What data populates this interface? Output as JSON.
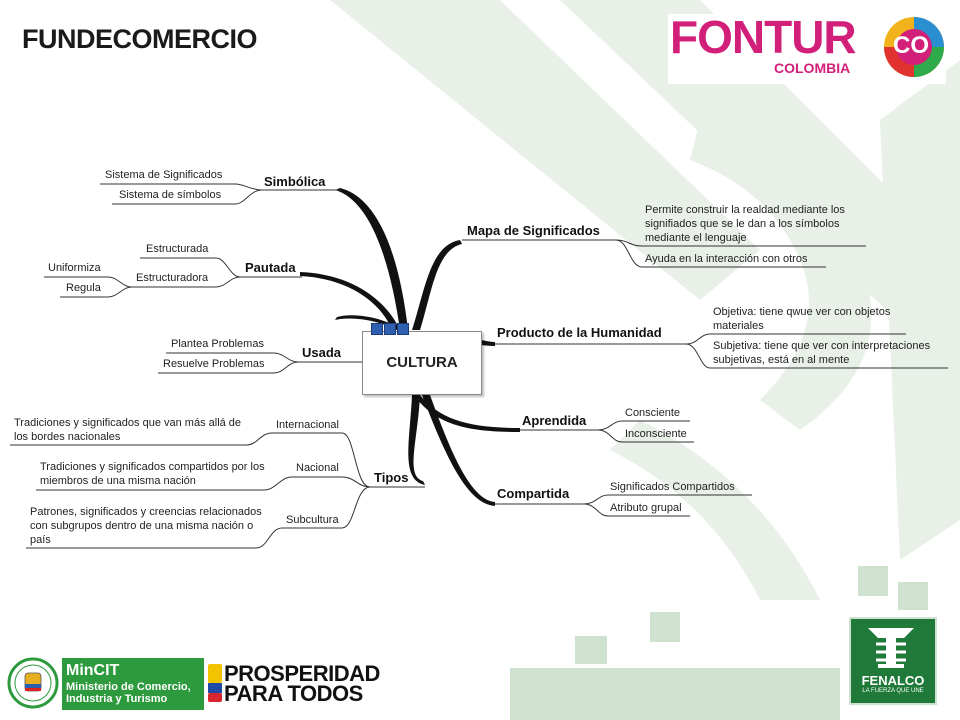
{
  "header": {
    "left_logo_text": "FUNDECOMERCIO",
    "right_logo_text": "FONTUR",
    "right_logo_subtext": "COLOMBIA",
    "right_logo_badge": "CO"
  },
  "footer": {
    "mincit_name": "MinCIT",
    "mincit_desc": "Ministerio de Comercio, Industria y Turismo",
    "prosperidad_line1": "PROSPERIDAD",
    "prosperidad_line2": "PARA TODOS",
    "fenalco_name": "FENALCO",
    "fenalco_slogan": "LA FUERZA QUE UNE"
  },
  "map": {
    "center": "CULTURA",
    "left": {
      "simbolica": {
        "label": "Simbólica",
        "children": [
          "Sistema de Significados",
          "Sistema de símbolos"
        ]
      },
      "pautada": {
        "label": "Pautada",
        "estructurada": "Estructurada",
        "estructuradora": "Estructuradora",
        "uniformiza": "Uniformiza",
        "regula": "Regula"
      },
      "usada": {
        "label": "Usada",
        "children": [
          "Plantea Problemas",
          "Resuelve Problemas"
        ]
      },
      "tipos": {
        "label": "Tipos",
        "internacional": "Internacional",
        "internacional_desc": "Tradiciones y significados que van más allá de los bordes nacionales",
        "nacional": "Nacional",
        "nacional_desc": "Tradiciones y significados compartidos por los miembros de una misma nación",
        "subcultura": "Subcultura",
        "subcultura_desc": "Patrones, significados y creencias relacionados con subgrupos dentro de una misma nación o país"
      }
    },
    "right": {
      "mapa": {
        "label": "Mapa de Significados",
        "children": [
          "Permite construir la realdad mediante los signifiados que se le dan a los símbolos mediante el lenguaje",
          "Ayuda en la interacción con otros"
        ]
      },
      "producto": {
        "label": "Producto de la Humanidad",
        "children": [
          "Objetiva: tiene qwue ver con objetos materiales",
          "Subjetiva: tiene que ver con interpretaciones subjetivas, está en al mente"
        ]
      },
      "aprendida": {
        "label": "Aprendida",
        "children": [
          "Consciente",
          "Inconsciente"
        ]
      },
      "compartida": {
        "label": "Compartida",
        "children": [
          "Significados Compartidos",
          "Atributo grupal"
        ]
      }
    }
  },
  "colors": {
    "fontur": "#d11f7a",
    "mincit": "#2e9a3e",
    "fenalco": "#1f7a3a",
    "watermark": "#e6efe6",
    "marker": "#2f5fb0"
  }
}
